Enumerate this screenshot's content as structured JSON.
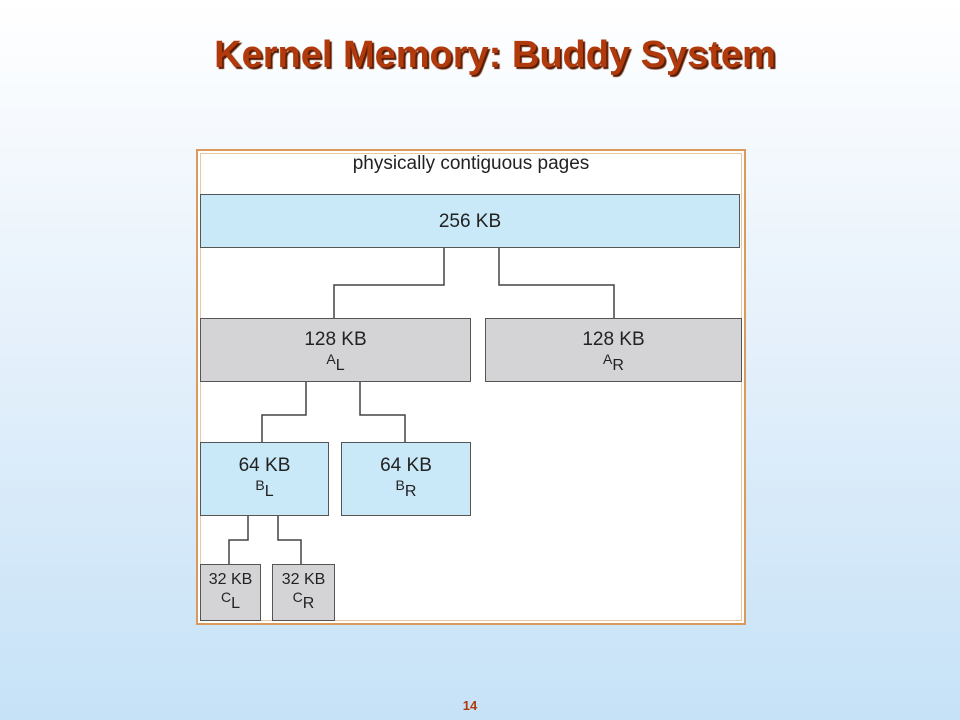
{
  "slide": {
    "title": "Kernel Memory: Buddy System",
    "page_number": "14"
  },
  "diagram": {
    "caption": "physically contiguous pages",
    "blocks": {
      "root": {
        "size": "256 KB"
      },
      "a_left": {
        "size": "128 KB",
        "letter": "A",
        "side": "L"
      },
      "a_right": {
        "size": "128 KB",
        "letter": "A",
        "side": "R"
      },
      "b_left": {
        "size": "64 KB",
        "letter": "B",
        "side": "L"
      },
      "b_right": {
        "size": "64 KB",
        "letter": "B",
        "side": "R"
      },
      "c_left": {
        "size": "32 KB",
        "letter": "C",
        "side": "L"
      },
      "c_right": {
        "size": "32 KB",
        "letter": "C",
        "side": "R"
      }
    },
    "colors": {
      "free_block": "#c9e8f8",
      "split_block": "#d4d4d6",
      "title": "#b03a0c",
      "frame": "#d99a5b"
    }
  }
}
